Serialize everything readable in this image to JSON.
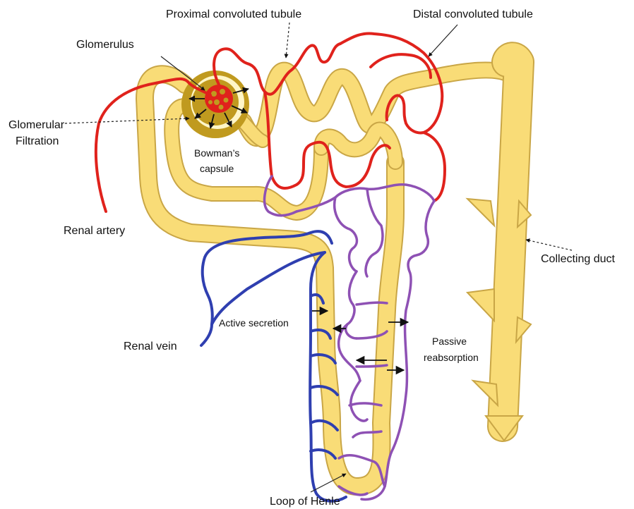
{
  "labels": {
    "proximal": "Proximal convoluted tubule",
    "distal": "Distal convoluted tubule",
    "glomerulus": "Glomerulus",
    "glomerular_filtration_1": "Glomerular",
    "glomerular_filtration_2": "Filtration",
    "bowmans_1": "Bowman’s",
    "bowmans_2": "capsule",
    "renal_artery": "Renal artery",
    "collecting_duct": "Collecting duct",
    "active_secretion": "Active secretion",
    "renal_vein": "Renal vein",
    "passive_1": "Passive",
    "passive_2": "reabsorption",
    "loop_of_henle": "Loop of Henle"
  },
  "colors": {
    "tubule_fill": "#f9dc77",
    "tubule_outline": "#c9a646",
    "artery": "#e0221c",
    "capillary": "#8e51b4",
    "vein": "#2f3fb0",
    "capsule": "#c09a1f"
  }
}
